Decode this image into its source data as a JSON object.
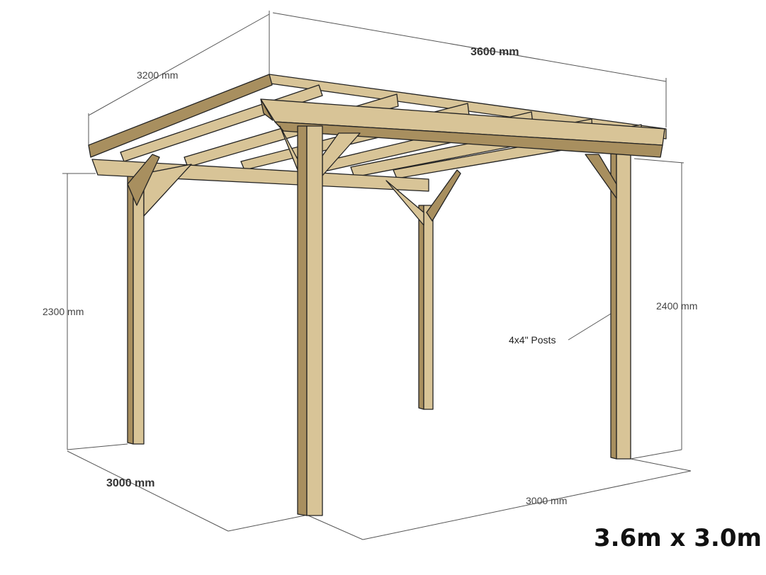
{
  "title": "3.6m x 3.0m",
  "dimensions": {
    "roof_depth": "3200 mm",
    "roof_width": "3600 mm",
    "left_height": "2300 mm",
    "right_height": "2400 mm",
    "base_depth": "3000 mm",
    "base_width": "3000 mm"
  },
  "annotations": {
    "posts": "4x4\" Posts"
  },
  "colors": {
    "wood_light": "#d8c497",
    "wood_dark": "#a88f5f"
  }
}
